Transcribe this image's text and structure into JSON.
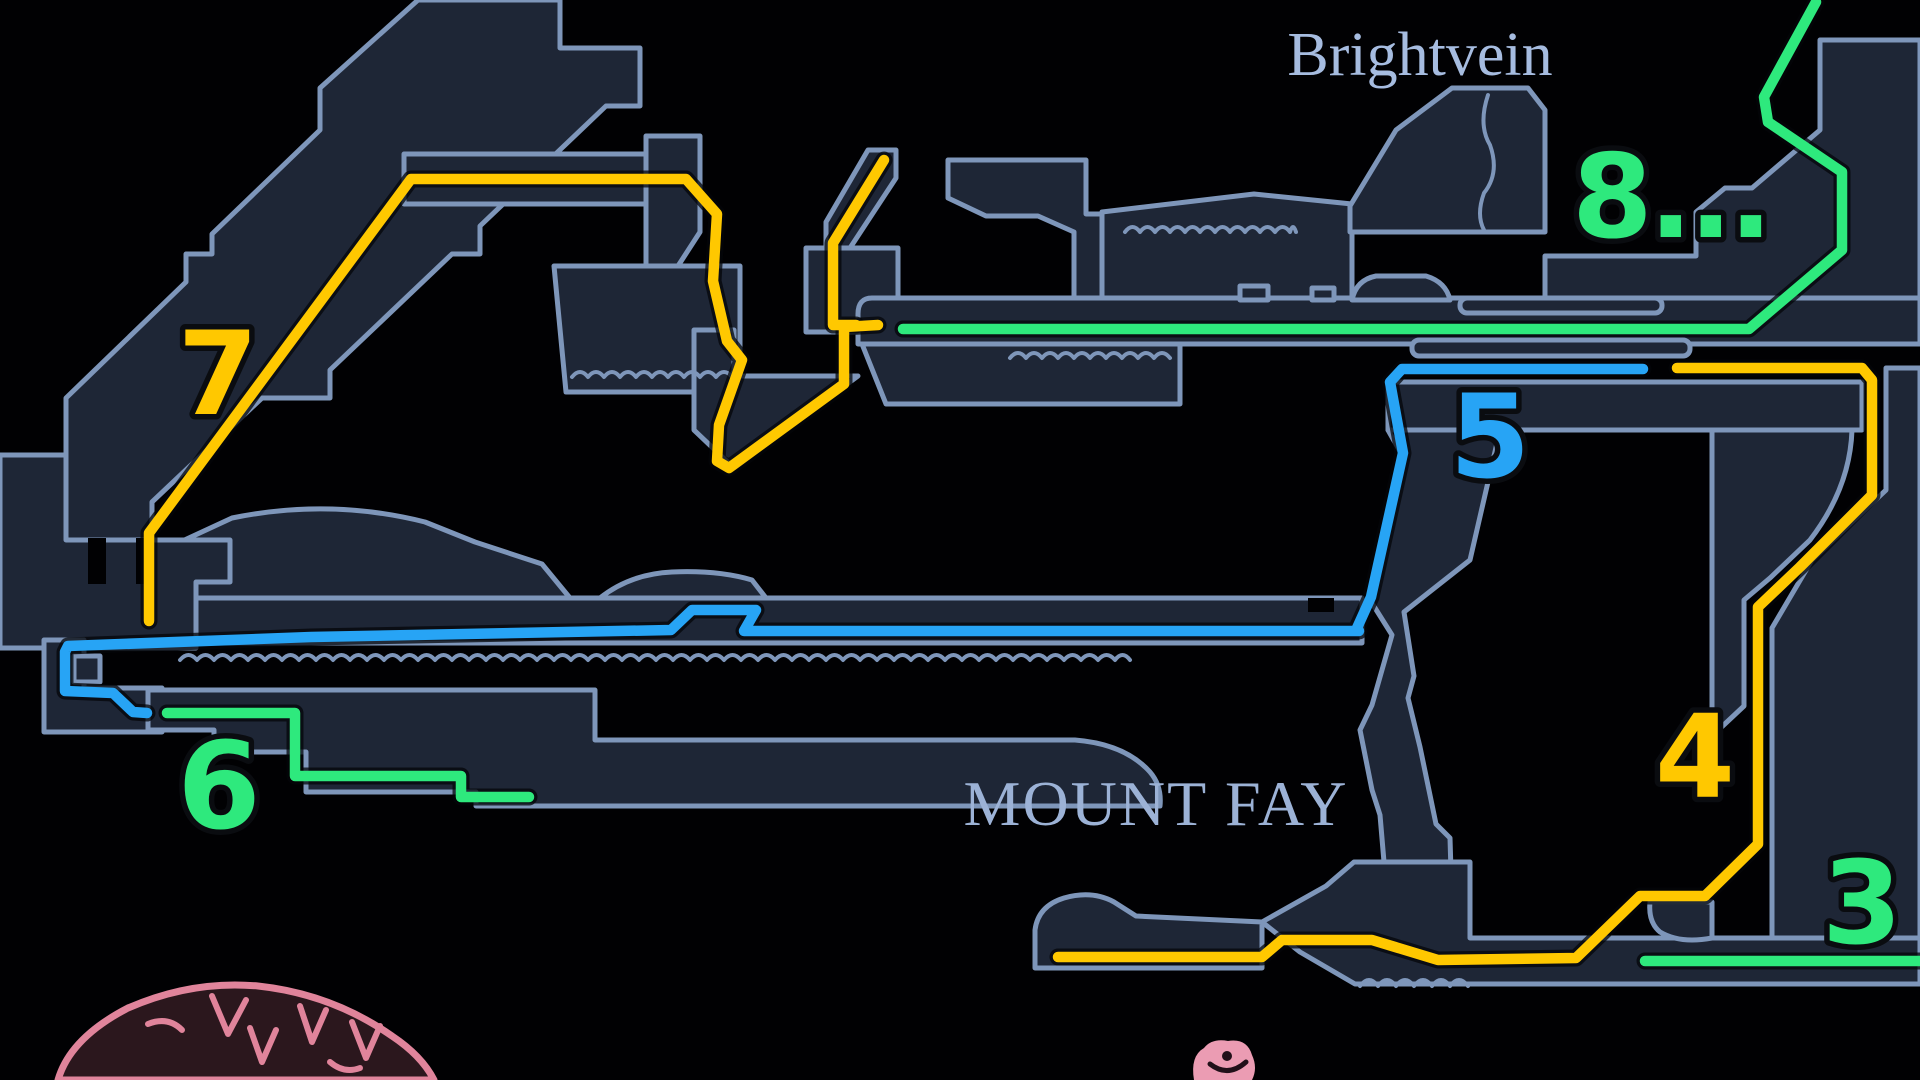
{
  "map": {
    "regions": {
      "brightvein": "Brightvein",
      "mount_fay": "MOUNT FAY"
    },
    "markers": {
      "m3": {
        "label": "3",
        "color": "#2ee97d"
      },
      "m4": {
        "label": "4",
        "color": "#ffc800"
      },
      "m5": {
        "label": "5",
        "color": "#27a4f5"
      },
      "m6": {
        "label": "6",
        "color": "#2ee97d"
      },
      "m7": {
        "label": "7",
        "color": "#ffc800"
      },
      "m8": {
        "label": "8...",
        "color": "#2ee97d"
      }
    },
    "route_colors": {
      "yellow": "#ffc800",
      "blue": "#27a4f5",
      "green": "#2ee97d"
    },
    "colors": {
      "background": "#010103",
      "room_fill": "#1e2636",
      "room_outline": "#7e96ba",
      "region_label": "#a6bce0",
      "boulder_pink": "#e0849b",
      "bud_pink": "#eb9cb3"
    }
  }
}
